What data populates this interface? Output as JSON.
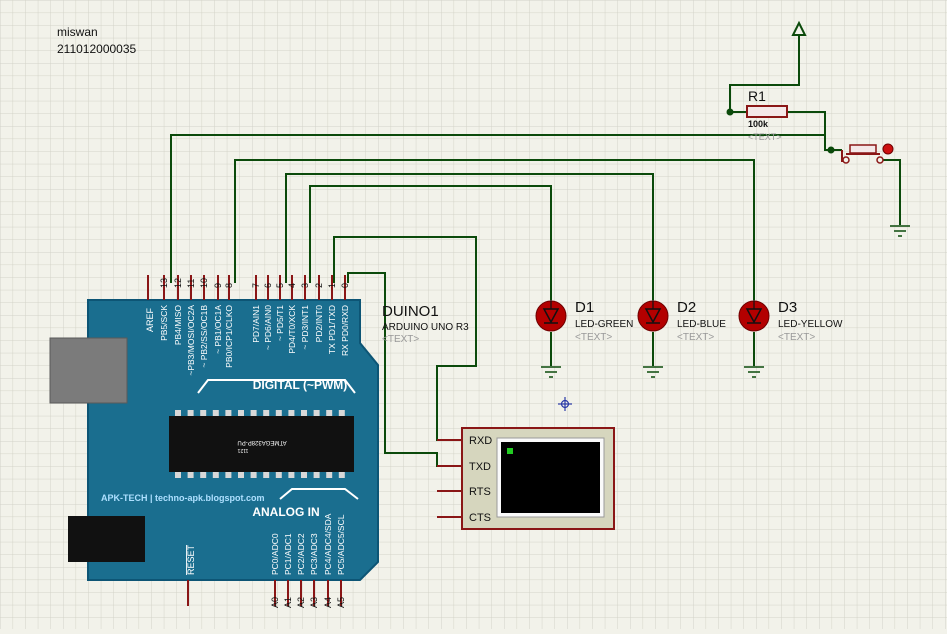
{
  "author": {
    "name": "miswan",
    "id": "211012000035"
  },
  "arduino": {
    "ref": "DUINO1",
    "model": "ARDUINO UNO R3",
    "text_placeholder": "<TEXT>",
    "chip": "ATMEGA328P-PU",
    "chip_code": "1121",
    "digital_title": "DIGITAL (~PWM)",
    "analog_title": "ANALOG IN",
    "brand": "APK-TECH | techno-apk.blogspot.com",
    "aref": "AREF",
    "reset": "RESET",
    "digital_pin_numbers": [
      "13",
      "12",
      "11",
      "10",
      "9",
      "8",
      "7",
      "6",
      "5",
      "4",
      "3",
      "2",
      "1",
      "0"
    ],
    "digital_pin_labels": [
      "PB5/SCK",
      "PB4/MISO",
      "~PB3/MOSI/OC2A",
      "~ PB2/SS/OC1B",
      "~ PB1/OC1A",
      "PB0/ICP1/CLKO",
      "PD7/AIN1",
      "~ PD6/AIN0",
      "~ PD5/T1",
      "PD4/T0/XCK",
      "~ PD3/INT1",
      "PD2/INT0",
      "TX PD1/TXD",
      "RX PD0/RXD"
    ],
    "analog_pin_labels": [
      "PC0/ADC0",
      "PC1/ADC1",
      "PC2/ADC2",
      "PC3/ADC3",
      "PC4/ADC4/SDA",
      "PC5/ADC5/SCL"
    ],
    "analog_pin_numbers": [
      "A0",
      "A1",
      "A2",
      "A3",
      "A4",
      "A5"
    ]
  },
  "leds": [
    {
      "ref": "D1",
      "type": "LED-GREEN",
      "text": "<TEXT>"
    },
    {
      "ref": "D2",
      "type": "LED-BLUE",
      "text": "<TEXT>"
    },
    {
      "ref": "D3",
      "type": "LED-YELLOW",
      "text": "<TEXT>"
    }
  ],
  "resistor": {
    "ref": "R1",
    "value": "100k",
    "text": "<TEXT>"
  },
  "terminal": {
    "pins": [
      "RXD",
      "TXD",
      "RTS",
      "CTS"
    ]
  },
  "colors": {
    "background": "#f2f2ea",
    "grid": "#d3d3c8",
    "wire": "#0b4a0b",
    "board": "#1a6e8f",
    "board_border": "#0d5575",
    "led_red": "#b30000",
    "pin_red": "#8a1616",
    "terminal_frame": "#c9c9b0"
  }
}
